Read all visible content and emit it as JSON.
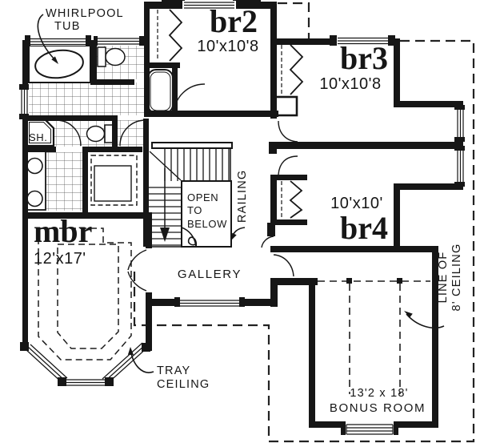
{
  "plan": {
    "rooms": {
      "br2": {
        "name": "br2",
        "dims": "10'x10'8"
      },
      "br3": {
        "name": "br3",
        "dims": "10'x10'8"
      },
      "br4": {
        "name": "br4",
        "dims": "10'x10'"
      },
      "mbr": {
        "name": "mbr",
        "dims": "12'x17'"
      },
      "bonus": {
        "name": "BONUS ROOM",
        "dims": "13'2 x 18'"
      },
      "gallery": {
        "name": "GALLERY"
      }
    },
    "annotations": {
      "whirlpool": {
        "line1": "WHIRLPOOL",
        "line2": "TUB"
      },
      "shower": "SH.",
      "open_to_below": {
        "line1": "OPEN",
        "line2": "TO",
        "line3": "BELOW"
      },
      "railing": "RAILING",
      "tray_ceiling": {
        "line1": "TRAY",
        "line2": "CEILING"
      },
      "ceiling_line": {
        "line1": "LINE OF",
        "line2": "8' CEILING"
      }
    },
    "colors": {
      "ink": "#1a1a1a",
      "background": "#ffffff"
    }
  }
}
